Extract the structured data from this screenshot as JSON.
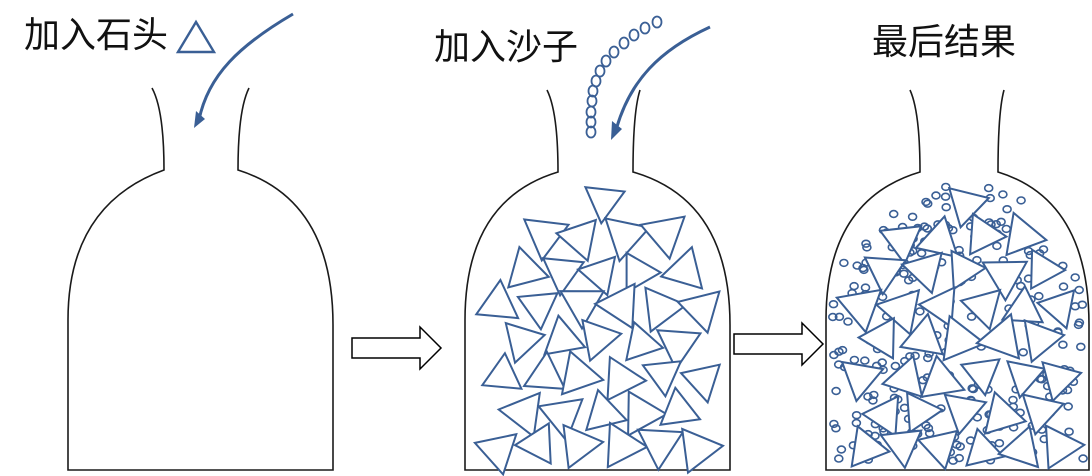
{
  "stages": [
    {
      "label": "加入石头"
    },
    {
      "label": "加入沙子"
    },
    {
      "label": "最后结果"
    }
  ],
  "colors": {
    "outline": "#1a1a1a",
    "shape_stroke": "#3a5f95",
    "arrow_stroke": "#3a5f95",
    "transition_arrow_stroke": "#000000",
    "background": "#ffffff"
  },
  "icons": {
    "rock": "triangle",
    "sand": "small-ellipse",
    "pour": "curved-arrow",
    "next": "hollow-block-arrow"
  }
}
